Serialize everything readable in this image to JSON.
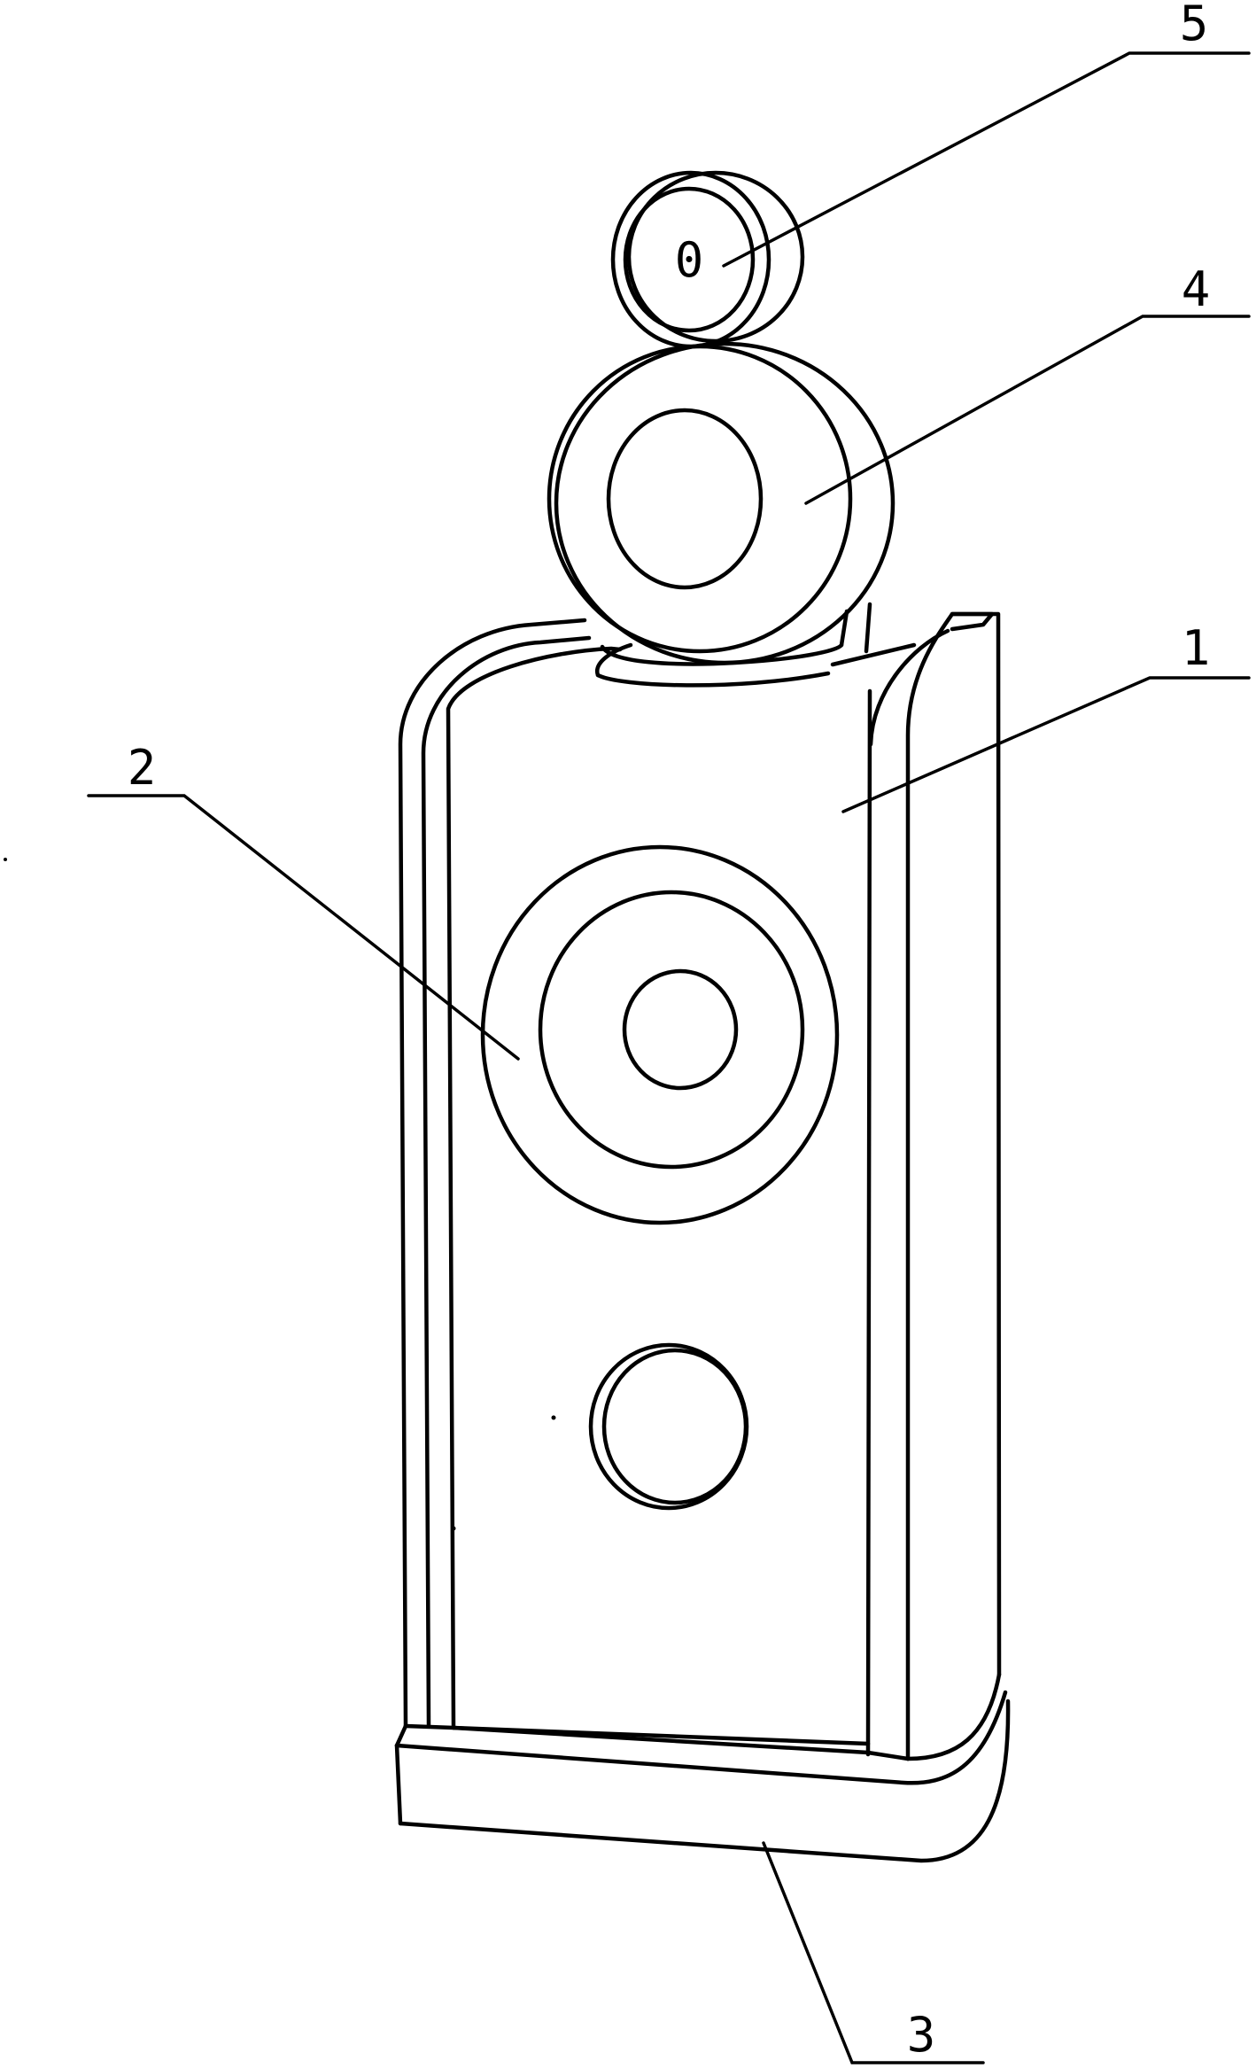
{
  "callouts": {
    "c1": "1",
    "c2": "2",
    "c3": "3",
    "c4": "4",
    "c5": "5"
  },
  "tweeter_mark": "0",
  "colors": {
    "line": "#000000",
    "background": "#ffffff"
  }
}
